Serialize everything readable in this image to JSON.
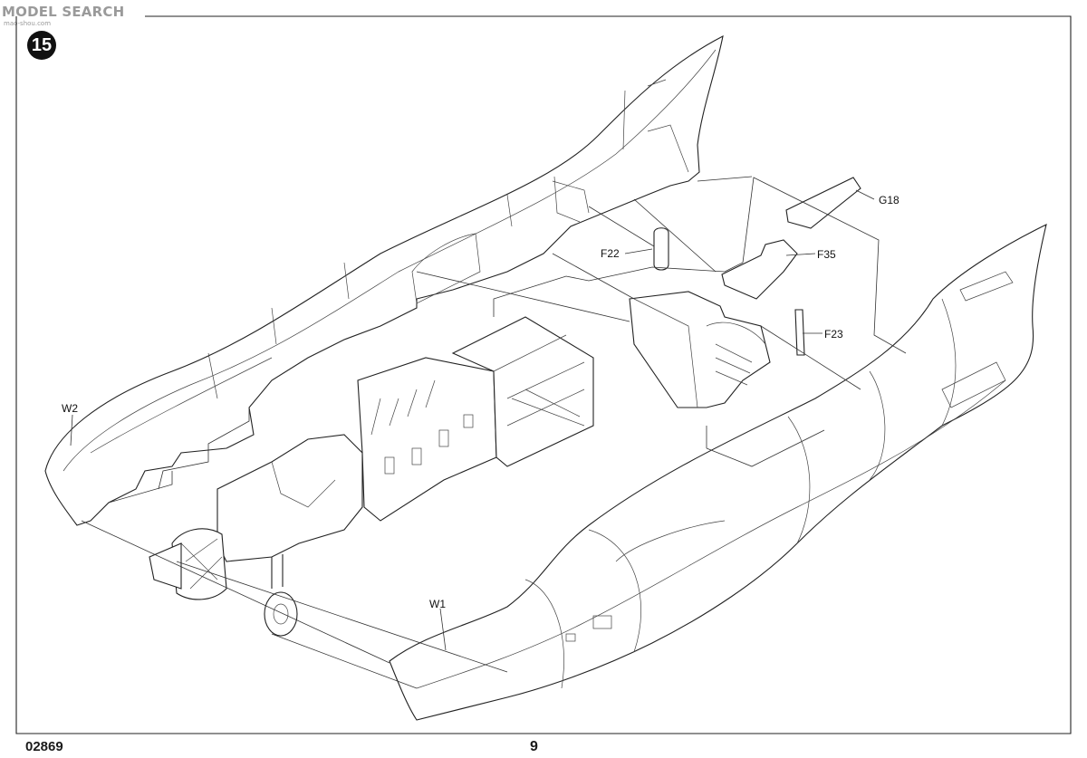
{
  "watermark": {
    "text": "MODEL SEARCH",
    "subtext": "mao-shou.com"
  },
  "step": {
    "number": "15"
  },
  "footer": {
    "model_code": "02869",
    "page_number": "9"
  },
  "callouts": {
    "g18": "G18",
    "f22": "F22",
    "f35": "F35",
    "f23": "F23",
    "w2": "W2",
    "w1": "W1"
  }
}
